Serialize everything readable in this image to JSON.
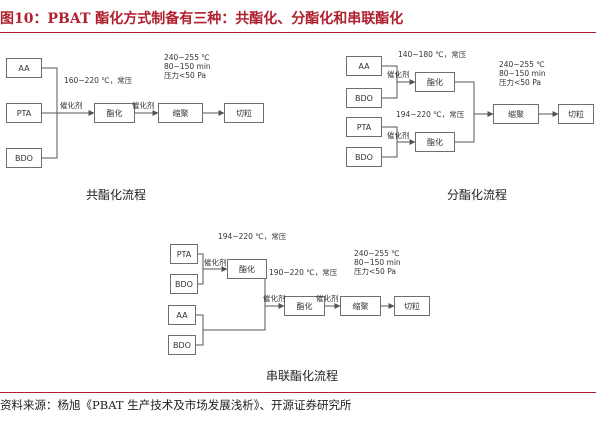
{
  "title": "图10：PBAT 酯化方式制备有三种：共酯化、分酯化和串联酯化",
  "source": "资料来源：杨旭《PBAT 生产技术及市场发展浅析》、开源证券研究所",
  "colors": {
    "title": "#b0202e",
    "line": "#555555",
    "box_border": "#6e6e6e"
  },
  "diagrams": {
    "co": {
      "caption": "共酯化流程",
      "nodes": {
        "aa": "AA",
        "pta": "PTA",
        "bdo": "BDO",
        "esterify": "酯化",
        "polycond": "缩聚",
        "pellet": "切粒"
      },
      "labels": {
        "cond1": "160~220 ℃，常压",
        "catalyst1": "催化剂",
        "catalyst2": "催化剂",
        "cond2": [
          "240~255 ℃",
          "80~150 min",
          "压力<50 Pa"
        ]
      }
    },
    "sep": {
      "caption": "分酯化流程",
      "nodes": {
        "aa": "AA",
        "bdo1": "BDO",
        "pta": "PTA",
        "bdo2": "BDO",
        "esterify1": "酯化",
        "esterify2": "酯化",
        "polycond": "缩聚",
        "pellet": "切粒"
      },
      "labels": {
        "cond1": "140~180 ℃，常压",
        "catalyst1": "催化剂",
        "cond2": "194~220 ℃，常压",
        "catalyst2": "催化剂",
        "cond3": [
          "240~255 ℃",
          "80~150 min",
          "压力<50 Pa"
        ]
      }
    },
    "series": {
      "caption": "串联酯化流程",
      "nodes": {
        "pta": "PTA",
        "bdo1": "BDO",
        "aa": "AA",
        "bdo2": "BDO",
        "esterify1": "酯化",
        "esterify2": "酯化",
        "polycond": "缩聚",
        "pellet": "切粒"
      },
      "labels": {
        "cond1": "194~220 ℃，常压",
        "catalyst1": "催化剂",
        "cond2": "190~220 ℃，常压",
        "catalyst2": "催化剂",
        "catalyst3": "催化剂",
        "cond3": [
          "240~255 ℃",
          "80~150 min",
          "压力<50 Pa"
        ]
      }
    }
  }
}
